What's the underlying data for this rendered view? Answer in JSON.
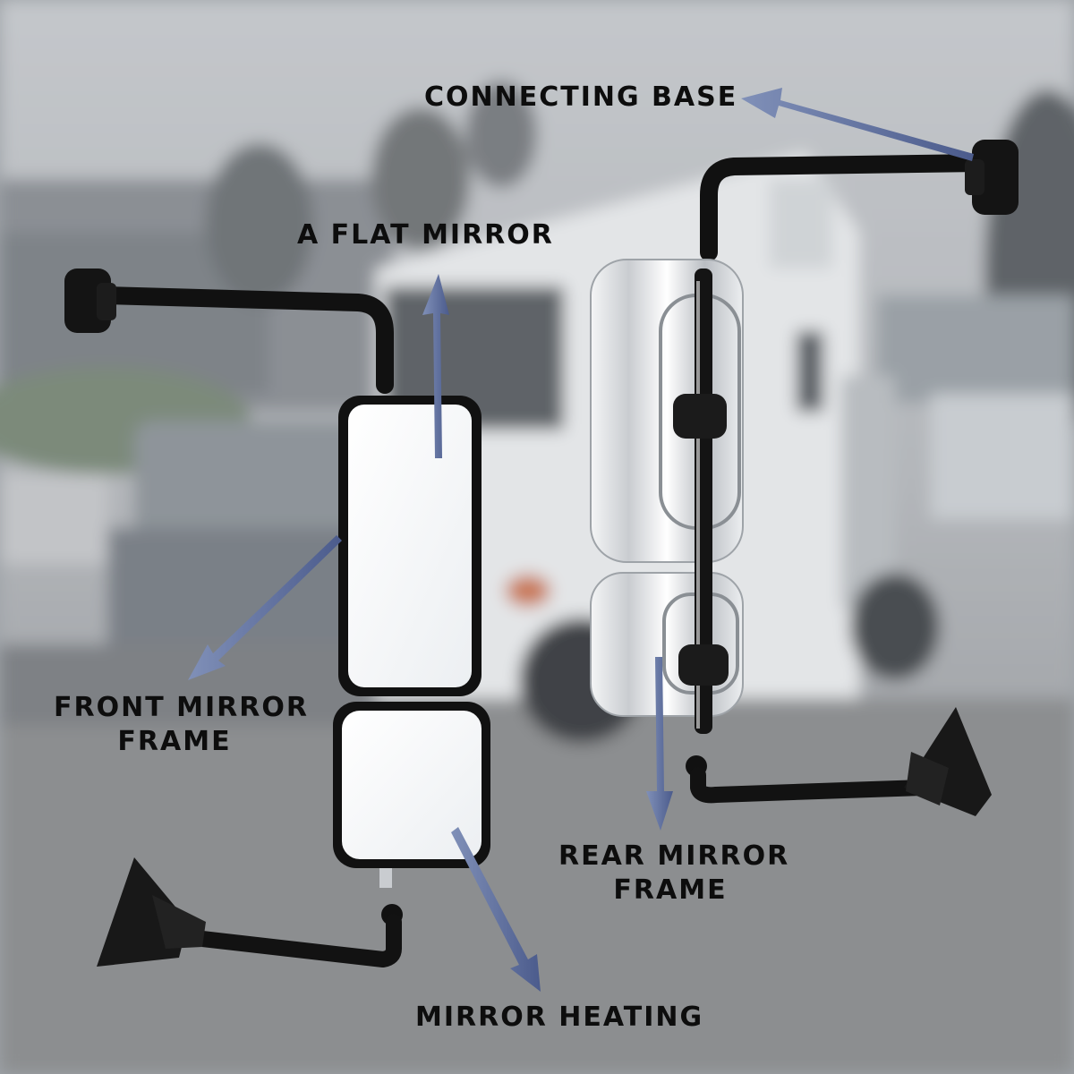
{
  "image": {
    "description": "Product infographic of a pair of heated truck side mirrors over a blurred truck yard background",
    "colors": {
      "arrow": "#6f7fa8",
      "arrow_dark": "#3a4a7a",
      "label_text": "#0d0d0d",
      "chrome": "#e8eaec",
      "frame": "#111111",
      "glass": "#f7f8f9"
    }
  },
  "labels": {
    "connecting_base": "CONNECTING BASE",
    "flat_mirror": "A FLAT MIRROR",
    "front_frame_line1": "FRONT MIRROR",
    "front_frame_line2": "FRAME",
    "rear_frame_line1": "REAR MIRROR",
    "rear_frame_line2": "FRAME",
    "mirror_heating": "MIRROR HEATING"
  }
}
